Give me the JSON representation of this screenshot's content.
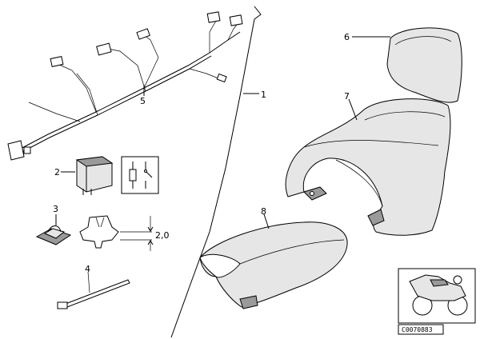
{
  "diagram": {
    "callouts": [
      {
        "id": "wiring-harness",
        "label": "5"
      },
      {
        "id": "harness-group",
        "label": "1"
      },
      {
        "id": "relay",
        "label": "2"
      },
      {
        "id": "cable-holder",
        "label": "3"
      },
      {
        "id": "cable-tie",
        "label": "4"
      },
      {
        "id": "backrest",
        "label": "6"
      },
      {
        "id": "seat",
        "label": "7"
      },
      {
        "id": "rider-seat",
        "label": "8"
      },
      {
        "id": "clip-dimension",
        "label": "2,0"
      }
    ],
    "reference_code": "C0070883"
  }
}
